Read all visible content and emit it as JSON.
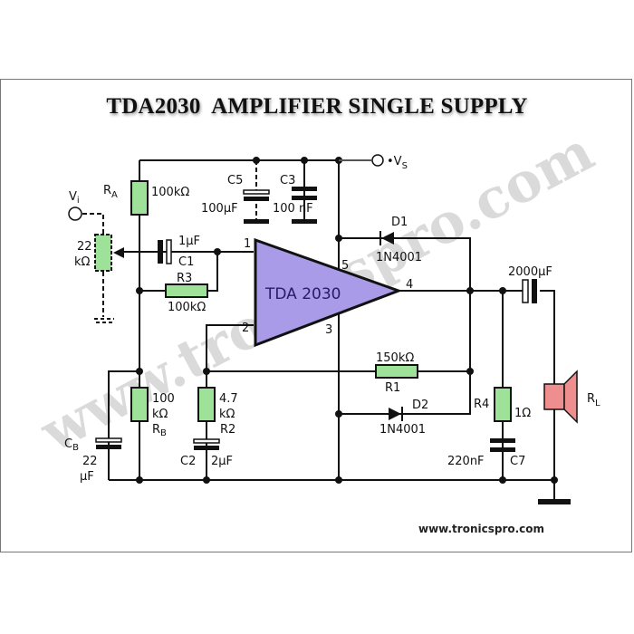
{
  "title": "TDA2030  AMPLIFIER SINGLE SUPPLY",
  "footer_url": "www.tronicspro.com",
  "watermark": "www.tronicspro.com",
  "colors": {
    "resistor_fill": "#9ee29a",
    "ic_fill": "#a99be8",
    "speaker_fill": "#ef8e8e",
    "wire": "#111111",
    "ic_text": "#2a1a6a"
  },
  "ic": {
    "label": "TDA 2030",
    "pins": {
      "p1": "1",
      "p2": "2",
      "p3": "3",
      "p4": "4",
      "p5": "5"
    }
  },
  "supply": {
    "label_main": "•V",
    "label_sub": "S"
  },
  "input": {
    "label_main": "V",
    "label_sub": "i"
  },
  "components": {
    "RA": {
      "name_main": "R",
      "name_sub": "A",
      "value": "100kΩ"
    },
    "RB": {
      "name_main": "R",
      "name_sub": "B",
      "value_line1": "100",
      "value_line2": "kΩ"
    },
    "pot": {
      "value_line1": "22",
      "value_line2": "kΩ"
    },
    "C1": {
      "name": "C1",
      "value": "1µF"
    },
    "R3": {
      "name": "R3",
      "value": "100kΩ"
    },
    "C5": {
      "name": "C5",
      "value": "100µF"
    },
    "C3": {
      "name": "C3",
      "value": "100 nF"
    },
    "D1": {
      "name": "D1",
      "value": "1N4001"
    },
    "D2": {
      "name": "D2",
      "value": "1N4001"
    },
    "R1": {
      "name": "R1",
      "value": "150kΩ"
    },
    "R2": {
      "name": "R2",
      "value_line1": "4.7",
      "value_line2": "kΩ"
    },
    "C2": {
      "name": "C2",
      "value": "2µF"
    },
    "CB": {
      "name_main": "C",
      "name_sub": "B",
      "value_line1": "22",
      "value_line2": "µF"
    },
    "R4": {
      "name": "R4",
      "value": "1Ω"
    },
    "C7": {
      "name": "C7",
      "value": "220nF"
    },
    "Cout": {
      "value": "2000µF"
    },
    "RL": {
      "name_main": "R",
      "name_sub": "L"
    }
  }
}
